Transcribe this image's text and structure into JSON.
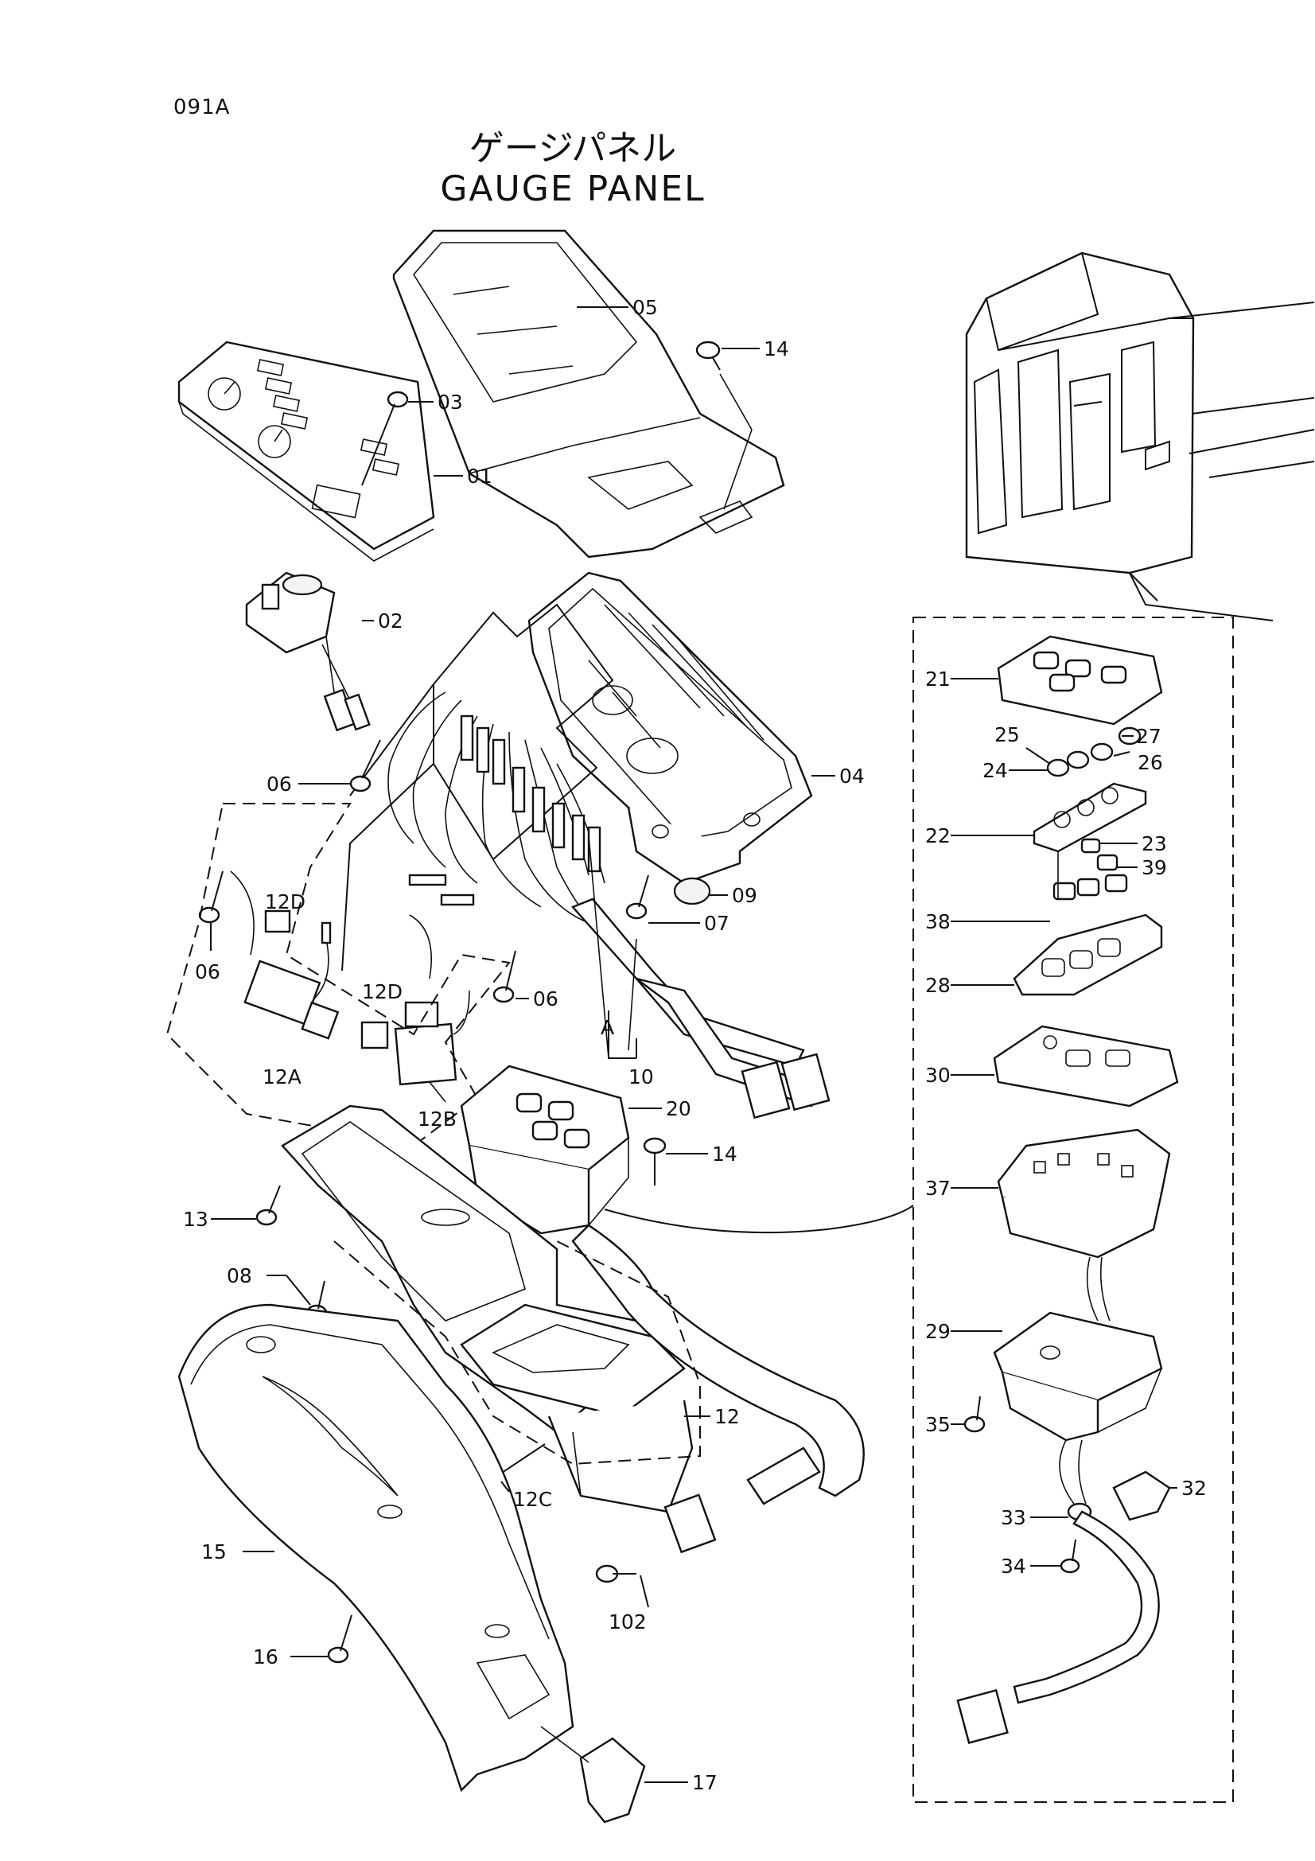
{
  "page_code": "091A",
  "title_jp": "ゲージパネル",
  "title_en": "GAUGE PANEL",
  "callouts": {
    "c01": "01",
    "c02": "02",
    "c03": "03",
    "c04": "04",
    "c05": "05",
    "c06a": "06",
    "c06b": "06",
    "c06c": "06",
    "c07": "07",
    "c08": "08",
    "c09": "09",
    "c10": "10",
    "cA": "A",
    "c12": "12",
    "c12A": "12A",
    "c12B": "12B",
    "c12C": "12C",
    "c12Da": "12D",
    "c12Db": "12D",
    "c13": "13",
    "c14a": "14",
    "c14b": "14",
    "c15": "15",
    "c16": "16",
    "c17": "17",
    "c20": "20",
    "c21": "21",
    "c22": "22",
    "c23": "23",
    "c24": "24",
    "c25": "25",
    "c26": "26",
    "c27": "27",
    "c28": "28",
    "c29": "29",
    "c30": "30",
    "c32": "32",
    "c33": "33",
    "c34": "34",
    "c35": "35",
    "c37": "37",
    "c38": "38",
    "c39": "39",
    "c102": "102"
  }
}
